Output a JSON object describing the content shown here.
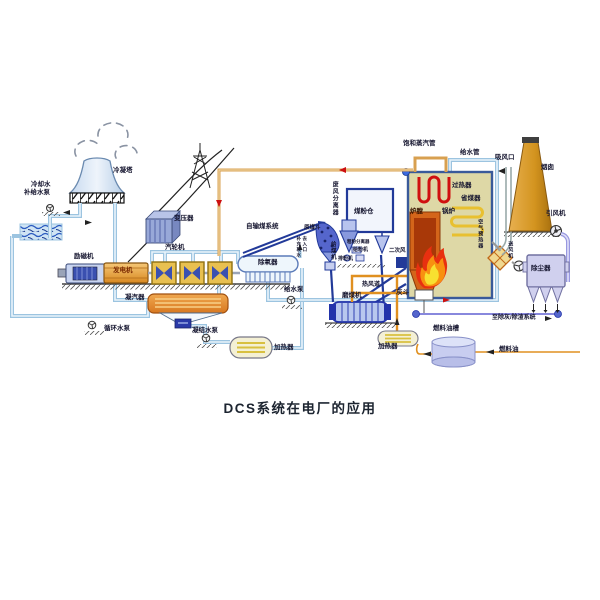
{
  "title": "DCS系统在电厂的应用",
  "labels": {
    "cooling_tower": "冷凝塔",
    "cooling_water_l1": "冷却水",
    "cooling_water_l2": "补给水泵",
    "transformer": "变压器",
    "exciter": "励磁机",
    "generator": "发电机",
    "steam_turbine": "汽轮机",
    "condenser": "凝汽器",
    "circulating_pump": "循环水泵",
    "condensate_pump": "凝结水泵",
    "lp_heater": "加热器",
    "deaerator": "除氧器",
    "feedwater_pump": "给水泵",
    "makeup_note_l1": "去入口",
    "makeup_note_l2": "补充软水",
    "coal_conveyor": "自输煤系统",
    "cyclone_separator": "废风分离器",
    "coal_silo": "煤粉仓",
    "raw_coal_hopper": "原煤斗",
    "coal_feeder": "给煤机",
    "coarse_separator": "粗粉分离器",
    "powder_feeder": "给粉机",
    "powder_exhauster": "排粉机",
    "secondary_air": "二次风",
    "hot_air_duct": "热风道",
    "coal_mill": "磨煤机",
    "ash_hopper": "灰斗",
    "saturated_steam_pipe": "饱和蒸汽管",
    "feedwater_pipe": "给水管",
    "superheater": "过热器",
    "economizer": "省煤器",
    "furnace": "炉膛",
    "boiler": "锅炉",
    "suction_port": "吸风口",
    "chimney": "烟囱",
    "induced_draft_fan": "引风机",
    "air_preheater": "空气预热器",
    "forced_draft_fan": "送风机",
    "dust_collector": "除尘器",
    "to_ash_removal": "至除灰/除渣系统",
    "fuel_oil_tank": "燃料油槽",
    "fuel_oil": "燃料油",
    "oil_heater": "加热器"
  },
  "colors": {
    "pipe_water": "#9cc4e0",
    "pipe_steam": "#d8a050",
    "pipe_hot_air": "#e09020",
    "coal_line": "#223a99",
    "furnace_orange": "#d4651a",
    "superheater_red": "#d01010",
    "economizer_yellow": "#e8c030",
    "chimney_tan": "#d79a30",
    "boiler_khaki": "#ded8a6"
  }
}
